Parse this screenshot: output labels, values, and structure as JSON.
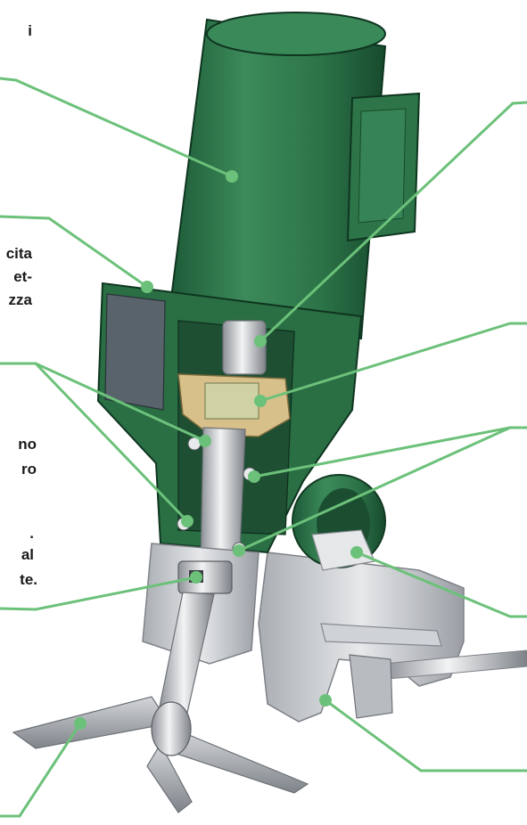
{
  "callout_fragments": [
    "i",
    "cita",
    "et-",
    "zza",
    "no",
    "ro",
    ".",
    "al",
    "te."
  ],
  "colors": {
    "leader_line": "#6cc17a",
    "motor_green": "#2f7d4f",
    "steel": "#c9ccd0"
  }
}
